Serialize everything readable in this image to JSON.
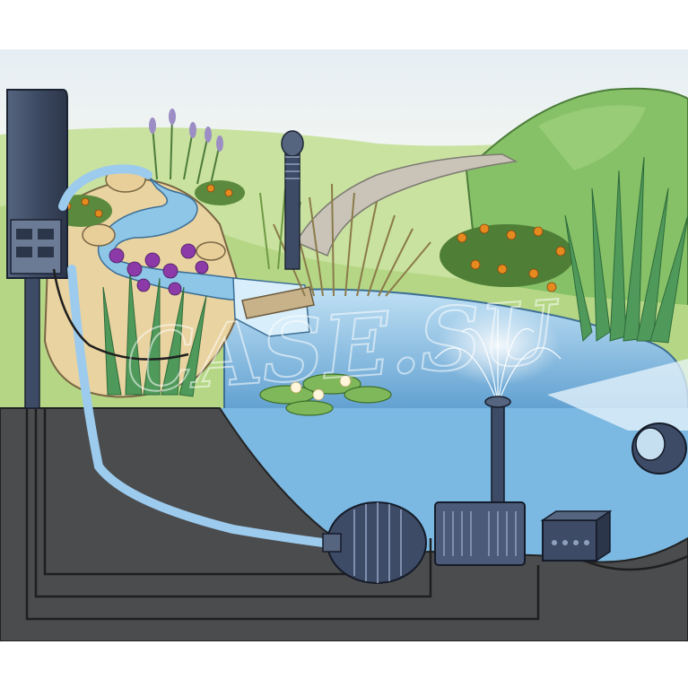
{
  "watermark": {
    "text": "CASE.SU"
  },
  "colors": {
    "sky": "#eef3f6",
    "grass": "#b8d98a",
    "hill": "#84c064",
    "hill_dark": "#5b9a4a",
    "water": "#8ec6e8",
    "water_deep": "#6aa9d6",
    "soil": "#4a4b4d",
    "equipment": "#3e4b66",
    "cable": "#2b2b2b",
    "hose": "#9ccbee",
    "stone": "#e8cf9a",
    "iris": "#8b3aa8",
    "flower_orange": "#e58a1f"
  },
  "components": [
    {
      "id": "control-unit",
      "icon": "control-box-icon"
    },
    {
      "id": "garden-light",
      "icon": "bollard-lamp-icon"
    },
    {
      "id": "filter-pump",
      "icon": "pump-icon"
    },
    {
      "id": "fountain-pump",
      "icon": "fountain-pump-icon"
    },
    {
      "id": "transformer-box",
      "icon": "transformer-icon"
    },
    {
      "id": "underwater-spotlight",
      "icon": "spotlight-icon"
    },
    {
      "id": "waterfall",
      "icon": "waterfall-icon"
    },
    {
      "id": "fountain-spray",
      "icon": "fountain-icon"
    }
  ]
}
